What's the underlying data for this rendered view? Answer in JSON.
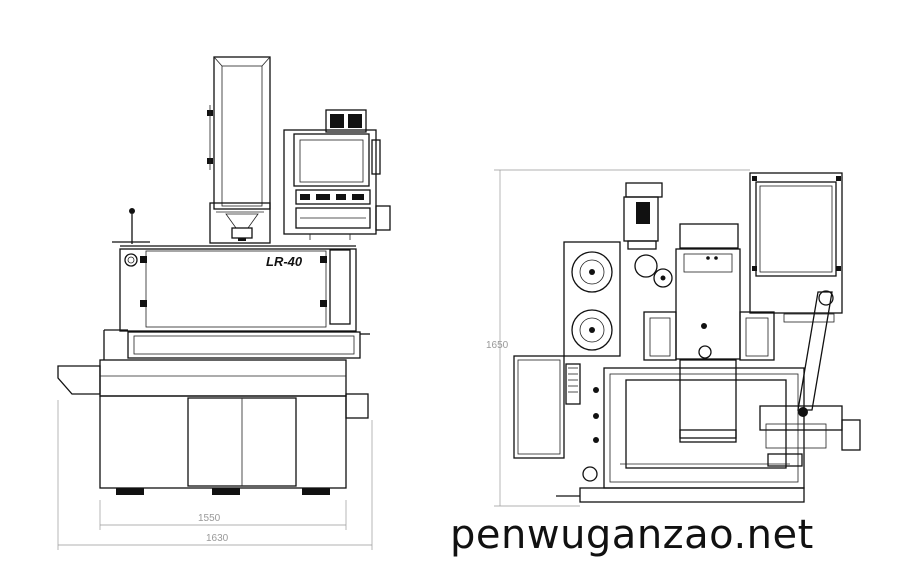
{
  "front_view": {
    "model_label": "LR-40",
    "dim_inner_width": "1550",
    "dim_outer_width": "1630"
  },
  "side_view": {
    "dim_height": "1650"
  },
  "watermark": "penwuganzao.net"
}
